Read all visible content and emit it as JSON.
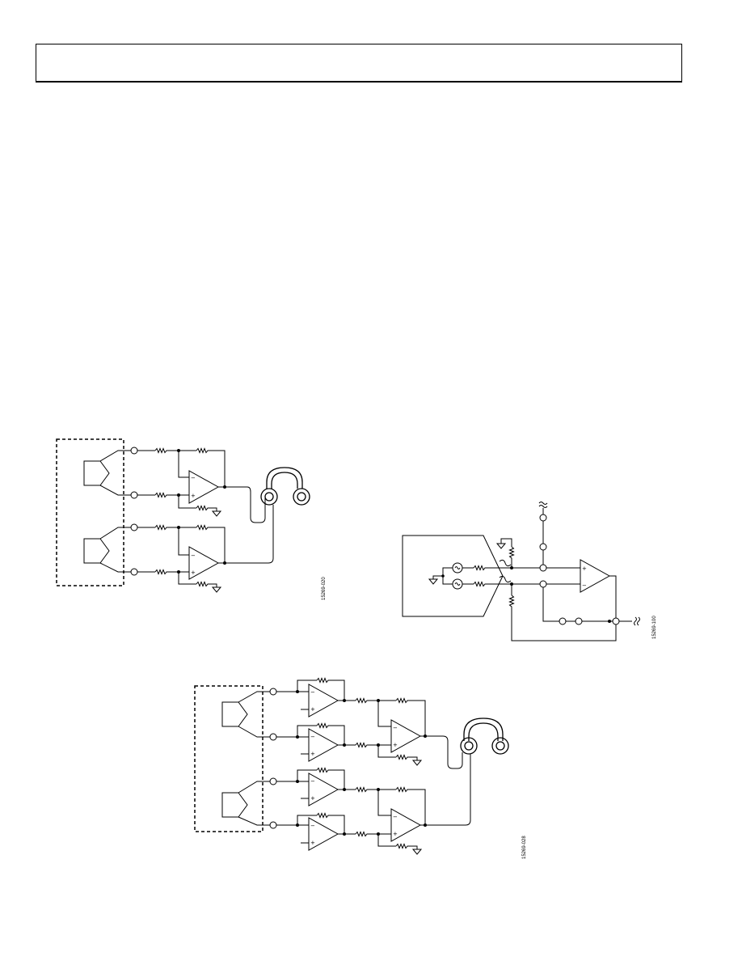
{
  "header": {
    "title": ""
  },
  "figures": [
    {
      "id": "fig-left-top",
      "figure_number": "15269-020"
    },
    {
      "id": "fig-right",
      "figure_number": "15269-100"
    },
    {
      "id": "fig-bottom",
      "figure_number": "15269-028"
    }
  ],
  "symbols": {
    "plus": "+",
    "minus": "−"
  }
}
